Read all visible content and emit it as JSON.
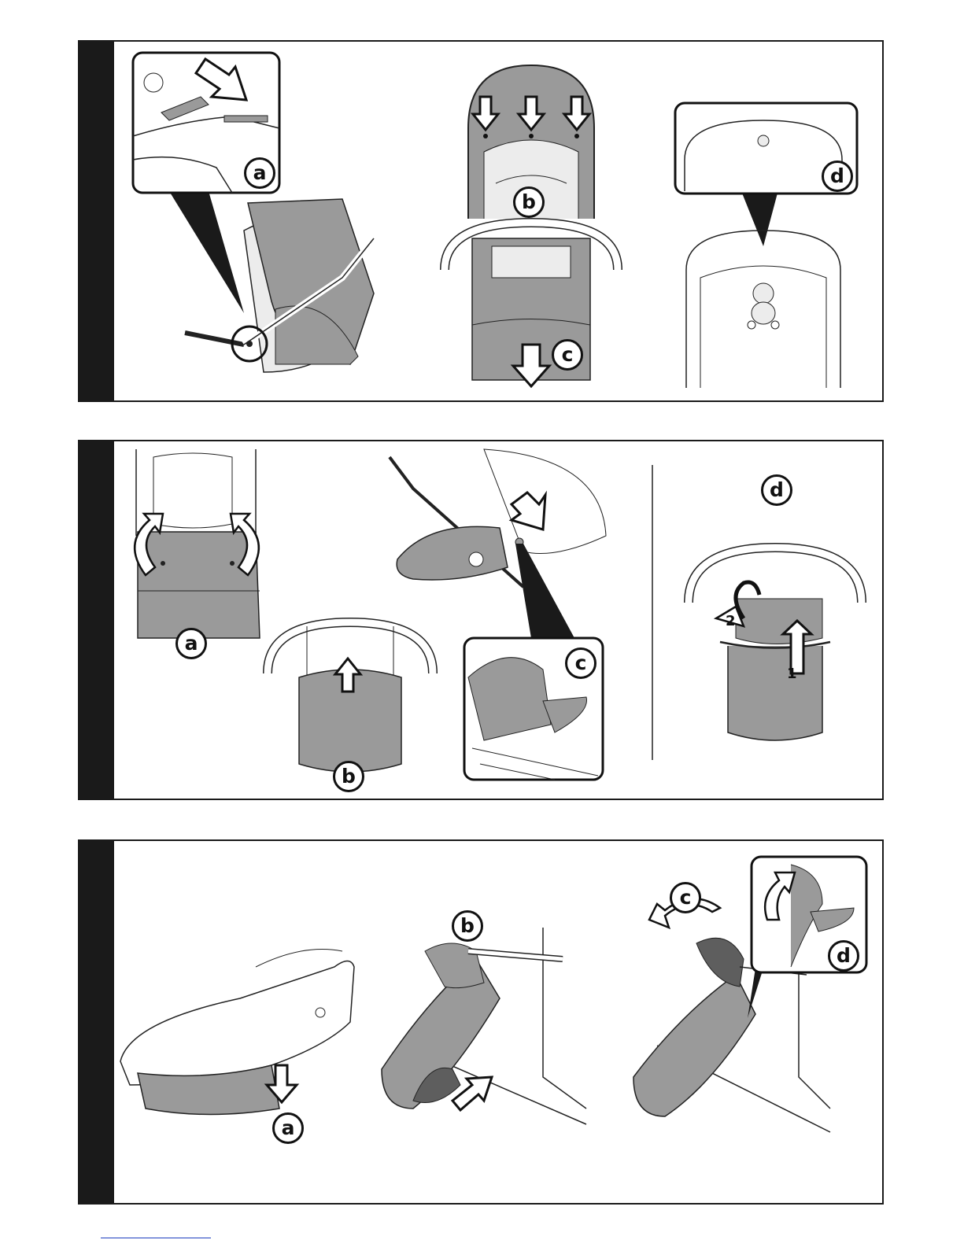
{
  "colors": {
    "frame": "#1a1a1a",
    "fill": "#9a9a9a",
    "light": "#ececec",
    "line": "#222222"
  },
  "panels": [
    {
      "labels": {
        "a": "a",
        "b": "b",
        "c": "c",
        "d": "d"
      }
    },
    {
      "labels": {
        "a": "a",
        "b": "b",
        "c": "c",
        "d": "d"
      },
      "steps": {
        "one": "1",
        "two": "2"
      }
    },
    {
      "labels": {
        "a": "a",
        "b": "b",
        "c": "c",
        "d": "d"
      }
    }
  ]
}
